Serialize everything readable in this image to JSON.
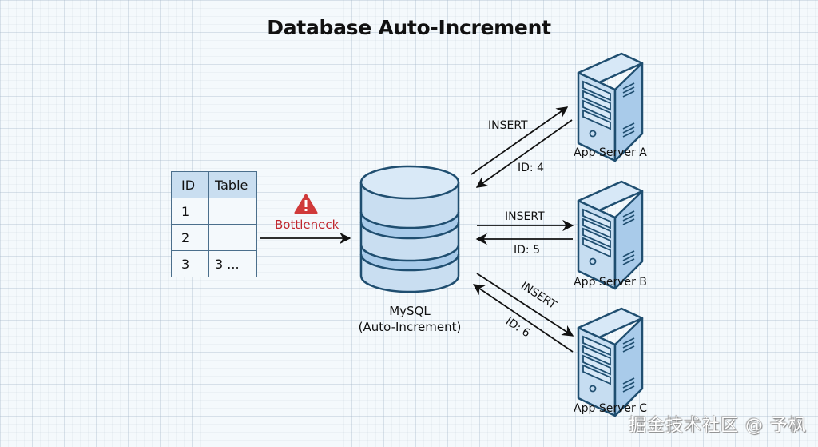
{
  "title": "Database Auto-Increment",
  "table": {
    "headers": [
      "ID",
      "Table"
    ],
    "rows": [
      [
        "1",
        ""
      ],
      [
        "2",
        ""
      ],
      [
        "3",
        "3 ..."
      ]
    ]
  },
  "bottleneck": {
    "label": "Bottleneck",
    "icon": "warning-icon",
    "color": "#d03a3a"
  },
  "database": {
    "name": "MySQL",
    "subtitle": "(Auto-Increment)",
    "icon": "database-icon"
  },
  "servers": [
    {
      "name": "App Server A",
      "request": "INSERT",
      "response": "ID: 4"
    },
    {
      "name": "App Server B",
      "request": "INSERT",
      "response": "ID: 5"
    },
    {
      "name": "App Server C",
      "request": "INSERT",
      "response": "ID: 6"
    }
  ],
  "colors": {
    "fill_light": "#cfe2f3",
    "fill_mid": "#a9cbea",
    "stroke": "#1f4e70",
    "arrow": "#111111"
  },
  "watermark": "掘金技术社区 @ 予枫"
}
